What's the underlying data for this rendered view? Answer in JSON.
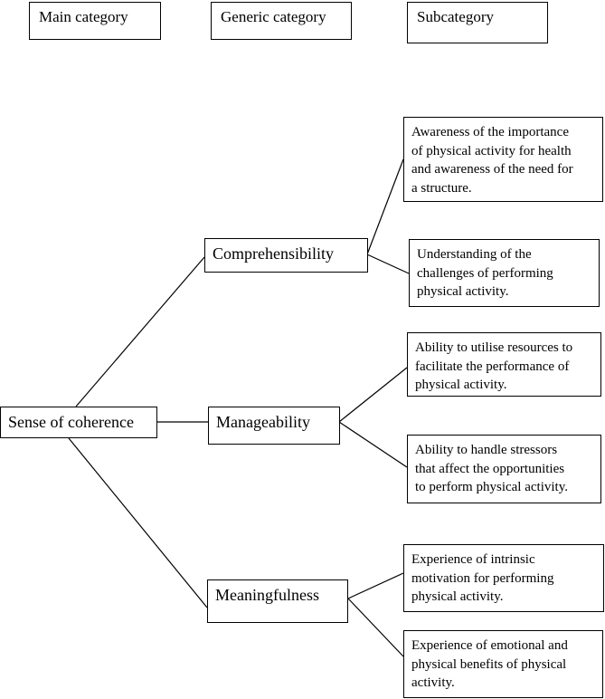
{
  "headers": {
    "main": "Main category",
    "generic": "Generic category",
    "sub": "Subcategory"
  },
  "main_category": "Sense of coherence",
  "generic_categories": [
    {
      "label": "Comprehensibility",
      "subcategories": [
        [
          "Awareness of the importance",
          "of physical activity for health",
          "and awareness of the need for",
          "a structure."
        ],
        [
          "Understanding of the",
          "challenges of performing",
          "physical activity."
        ]
      ]
    },
    {
      "label": "Manageability",
      "subcategories": [
        [
          "Ability to utilise resources to",
          "facilitate the performance of",
          "physical activity."
        ],
        [
          "Ability to handle stressors",
          "that affect the opportunities",
          "to perform physical activity."
        ]
      ]
    },
    {
      "label": "Meaningfulness",
      "subcategories": [
        [
          "Experience of intrinsic",
          "motivation for performing",
          "physical activity."
        ],
        [
          "Experience of emotional and",
          "physical benefits of physical",
          "activity."
        ]
      ]
    }
  ]
}
